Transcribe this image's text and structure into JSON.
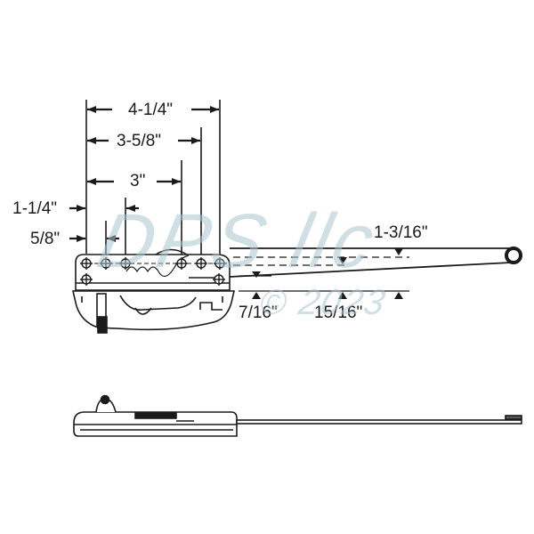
{
  "diagram": {
    "subject": "casement window operator",
    "views": [
      "top view",
      "side view"
    ],
    "colors": {
      "line": "#1a1a1a",
      "watermark": "#a9c6cf",
      "background": "#ffffff"
    },
    "dimensions": {
      "overall_hole_span": "4-1/4\"",
      "second_hole_span": "3-5/8\"",
      "third_hole_span": "3\"",
      "left_hole_offset_a": "1-1/4\"",
      "left_hole_offset_b": "5/8\"",
      "arm_offset_top": "1-3/16\"",
      "arm_offset_bottom_left": "7/16\"",
      "arm_offset_bottom_right": "15/16\""
    },
    "watermark": {
      "line1": "DPS llc",
      "line2": "© 2023"
    }
  }
}
